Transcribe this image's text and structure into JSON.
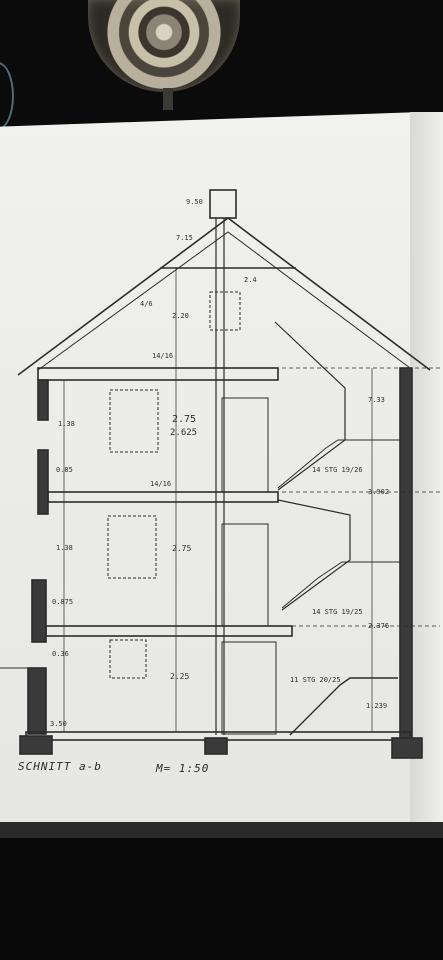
{
  "drawing": {
    "caption": "SCHNITT a-b",
    "scale": "M= 1:50"
  },
  "dimensions": {
    "chimney": "9.50",
    "ridge": "7.15",
    "attic_height": "2.20",
    "attic_room_height": "2.75",
    "attic_room_height_b": "2.625",
    "upper_floor_height": "2.75",
    "ground_floor_height": "2.25",
    "slab1": "14/16",
    "slab2": "14/16",
    "window1": "1.38",
    "window2": "1.38",
    "sill1": "0.85",
    "sill2": "0.875",
    "sill3": "0.36",
    "stair1": "14 STG 19/26",
    "stair2": "14 STG 19/25",
    "stair3": "11 STG 20/25",
    "level1": "7.33",
    "level2": "3.902",
    "level3": "2.376",
    "level4": "1.239",
    "base": "3.50",
    "eave": "2.4",
    "roof_pitch": "4/6"
  }
}
